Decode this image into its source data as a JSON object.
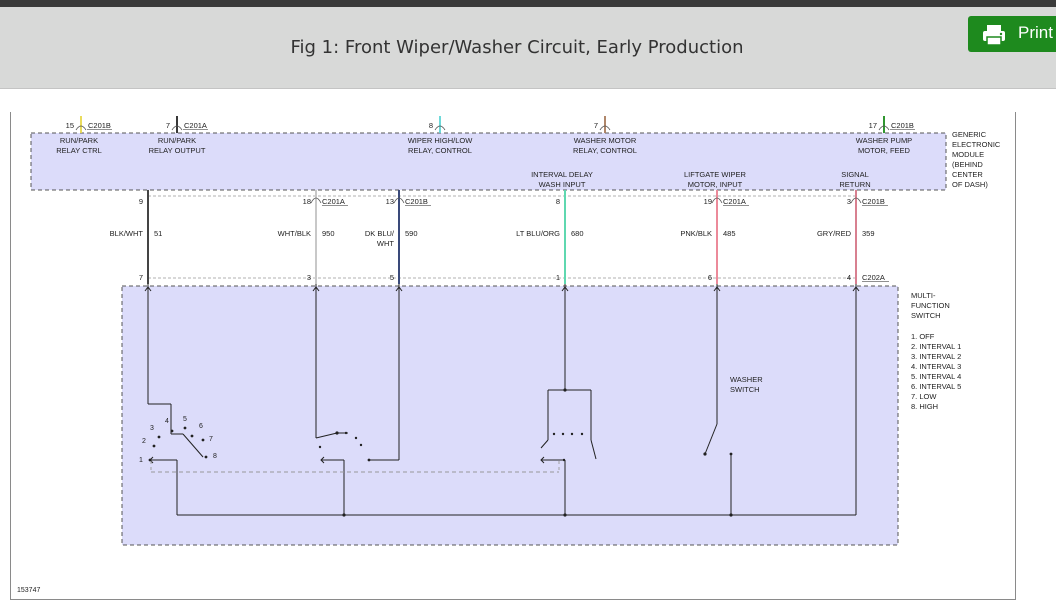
{
  "header": {
    "title": "Fig 1: Front Wiper/Washer Circuit, Early Production",
    "print_label": "Print"
  },
  "diagram": {
    "module": {
      "name": [
        "GENERIC",
        "ELECTRONIC",
        "MODULE",
        "(BEHIND",
        "CENTER",
        "OF DASH)"
      ],
      "top_pins": [
        {
          "pin": "15",
          "connector": "C201B",
          "label": [
            "RUN/PARK",
            "RELAY CTRL"
          ],
          "color": "#e8d84a"
        },
        {
          "pin": "7",
          "connector": "C201A",
          "label": [
            "RUN/PARK",
            "RELAY OUTPUT"
          ],
          "color": "#222222"
        },
        {
          "pin": "8",
          "connector": "",
          "label": [
            "WIPER HIGH/LOW",
            "RELAY, CONTROL"
          ],
          "color": "#5fd6d6"
        },
        {
          "pin": "7",
          "connector": "",
          "label": [
            "WASHER MOTOR",
            "RELAY, CONTROL"
          ],
          "color": "#a87a5a"
        },
        {
          "pin": "17",
          "connector": "C201B",
          "label": [
            "WASHER PUMP",
            "MOTOR, FEED"
          ],
          "color": "#1a8a1a"
        }
      ],
      "bottom_labels": [
        [
          "INTERVAL DELAY",
          "WASH INPUT"
        ],
        [
          "LIFTGATE WIPER",
          "MOTOR, INPUT"
        ],
        [
          "SIGNAL",
          "RETURN"
        ]
      ]
    },
    "wires": [
      {
        "top_pin": "9",
        "connector": "",
        "color_name": [
          "BLK/WHT"
        ],
        "circuit": "51",
        "bottom_pin": "7",
        "color": "#444444"
      },
      {
        "top_pin": "18",
        "connector": "C201A",
        "color_name": [
          "WHT/BLK"
        ],
        "circuit": "950",
        "bottom_pin": "3",
        "color": "#c8c8c8"
      },
      {
        "top_pin": "13",
        "connector": "C201B",
        "color_name": [
          "DK BLU/",
          "WHT"
        ],
        "circuit": "590",
        "bottom_pin": "5",
        "color": "#3a4a7a"
      },
      {
        "top_pin": "8",
        "connector": "",
        "color_name": [
          "LT BLU/ORG"
        ],
        "circuit": "680",
        "bottom_pin": "1",
        "color": "#5fd8b0"
      },
      {
        "top_pin": "19",
        "connector": "C201A",
        "color_name": [
          "PNK/BLK"
        ],
        "circuit": "485",
        "bottom_pin": "6",
        "color": "#ec8a9a"
      },
      {
        "top_pin": "3",
        "connector": "C201B",
        "color_name": [
          "GRY/RED"
        ],
        "circuit": "359",
        "bottom_pin": "4",
        "color": "#d88090"
      }
    ],
    "switch": {
      "connector": "C202A",
      "name": [
        "MULTI-",
        "FUNCTION",
        "SWITCH"
      ],
      "positions": [
        "1. OFF",
        "2. INTERVAL 1",
        "3. INTERVAL 2",
        "4. INTERVAL 3",
        "5. INTERVAL 4",
        "6. INTERVAL 5",
        "7. LOW",
        "8. HIGH"
      ],
      "washer_label": [
        "WASHER",
        "SWITCH"
      ],
      "dial_numbers": [
        "1",
        "2",
        "3",
        "4",
        "5",
        "6",
        "7",
        "8"
      ]
    },
    "figure_number": "153747"
  }
}
